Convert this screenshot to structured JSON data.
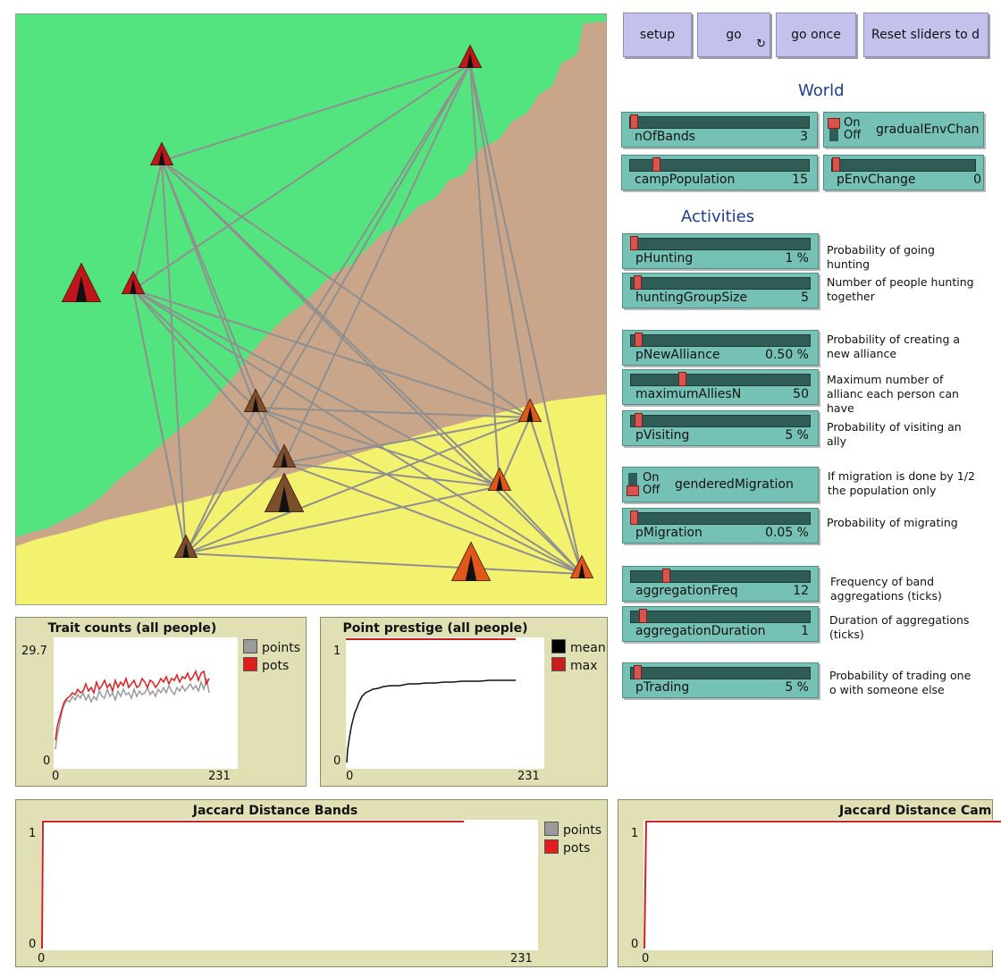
{
  "buttons": {
    "setup": "setup",
    "go": "go",
    "go_once": "go once",
    "reset_sliders": "Reset sliders to d"
  },
  "sections": {
    "world": "World",
    "activities": "Activities"
  },
  "controls": {
    "nOfBands": {
      "label": "nOfBands",
      "value": "3"
    },
    "gradualEnvChange": {
      "label": "gradualEnvChan",
      "on": "On",
      "off": "Off"
    },
    "campPopulation": {
      "label": "campPopulation",
      "value": "15"
    },
    "pEnvChange": {
      "label": "pEnvChange",
      "value": "0"
    },
    "pHunting": {
      "label": "pHunting",
      "value": "1 %",
      "note": "Probability of going hunting"
    },
    "huntingGroupSize": {
      "label": "huntingGroupSize",
      "value": "5",
      "note": "Number of people hunting together"
    },
    "pNewAlliance": {
      "label": "pNewAlliance",
      "value": "0.50 %",
      "note": "Probability of creating a new alliance"
    },
    "maximumAlliesN": {
      "label": "maximumAlliesN",
      "value": "50",
      "note": "Maximum number of allianc each person can have"
    },
    "pVisiting": {
      "label": "pVisiting",
      "value": "5 %",
      "note": "Probability of visiting an ally"
    },
    "genderedMigration": {
      "label": "genderedMigration",
      "on": "On",
      "off": "Off",
      "note": "If migration is done by 1/2 the population only"
    },
    "pMigration": {
      "label": "pMigration",
      "value": "0.05 %",
      "note": "Probability of migrating"
    },
    "aggregationFreq": {
      "label": "aggregationFreq",
      "value": "12",
      "note": "Frequency of band aggregations (ticks)"
    },
    "aggregationDuration": {
      "label": "aggregationDuration",
      "value": "1",
      "note": "Duration of aggregations (ticks)"
    },
    "pTrading": {
      "label": "pTrading",
      "value": "5 %",
      "note": "Probability of trading one o with someone else"
    }
  },
  "plots": {
    "trait_counts": {
      "title": "Trait counts (all people)",
      "ymax": "29.7",
      "ymin": "0",
      "xmin": "0",
      "xmax": "231",
      "legend": [
        {
          "name": "points",
          "color": "#9a9a9a"
        },
        {
          "name": "pots",
          "color": "#e11d1d"
        }
      ]
    },
    "point_prestige": {
      "title": "Point prestige (all people)",
      "ymax": "1",
      "ymin": "0",
      "xmin": "0",
      "xmax": "231",
      "legend": [
        {
          "name": "mean",
          "color": "#000000"
        },
        {
          "name": "max",
          "color": "#c81e1e"
        }
      ]
    },
    "jaccard_bands": {
      "title": "Jaccard Distance Bands",
      "ymax": "1",
      "ymin": "0",
      "xmin": "0",
      "xmax": "231",
      "legend": [
        {
          "name": "points",
          "color": "#9a9a9a"
        },
        {
          "name": "pots",
          "color": "#e11d1d"
        }
      ]
    },
    "jaccard_camps": {
      "title": "Jaccard Distance Cam",
      "ymax": "1",
      "ymin": "0",
      "xmin": "0"
    }
  },
  "colors": {
    "green": "#54e47f",
    "brown": "#c9a68a",
    "yellow": "#f3f26f",
    "link": "#8f8f8f"
  }
}
